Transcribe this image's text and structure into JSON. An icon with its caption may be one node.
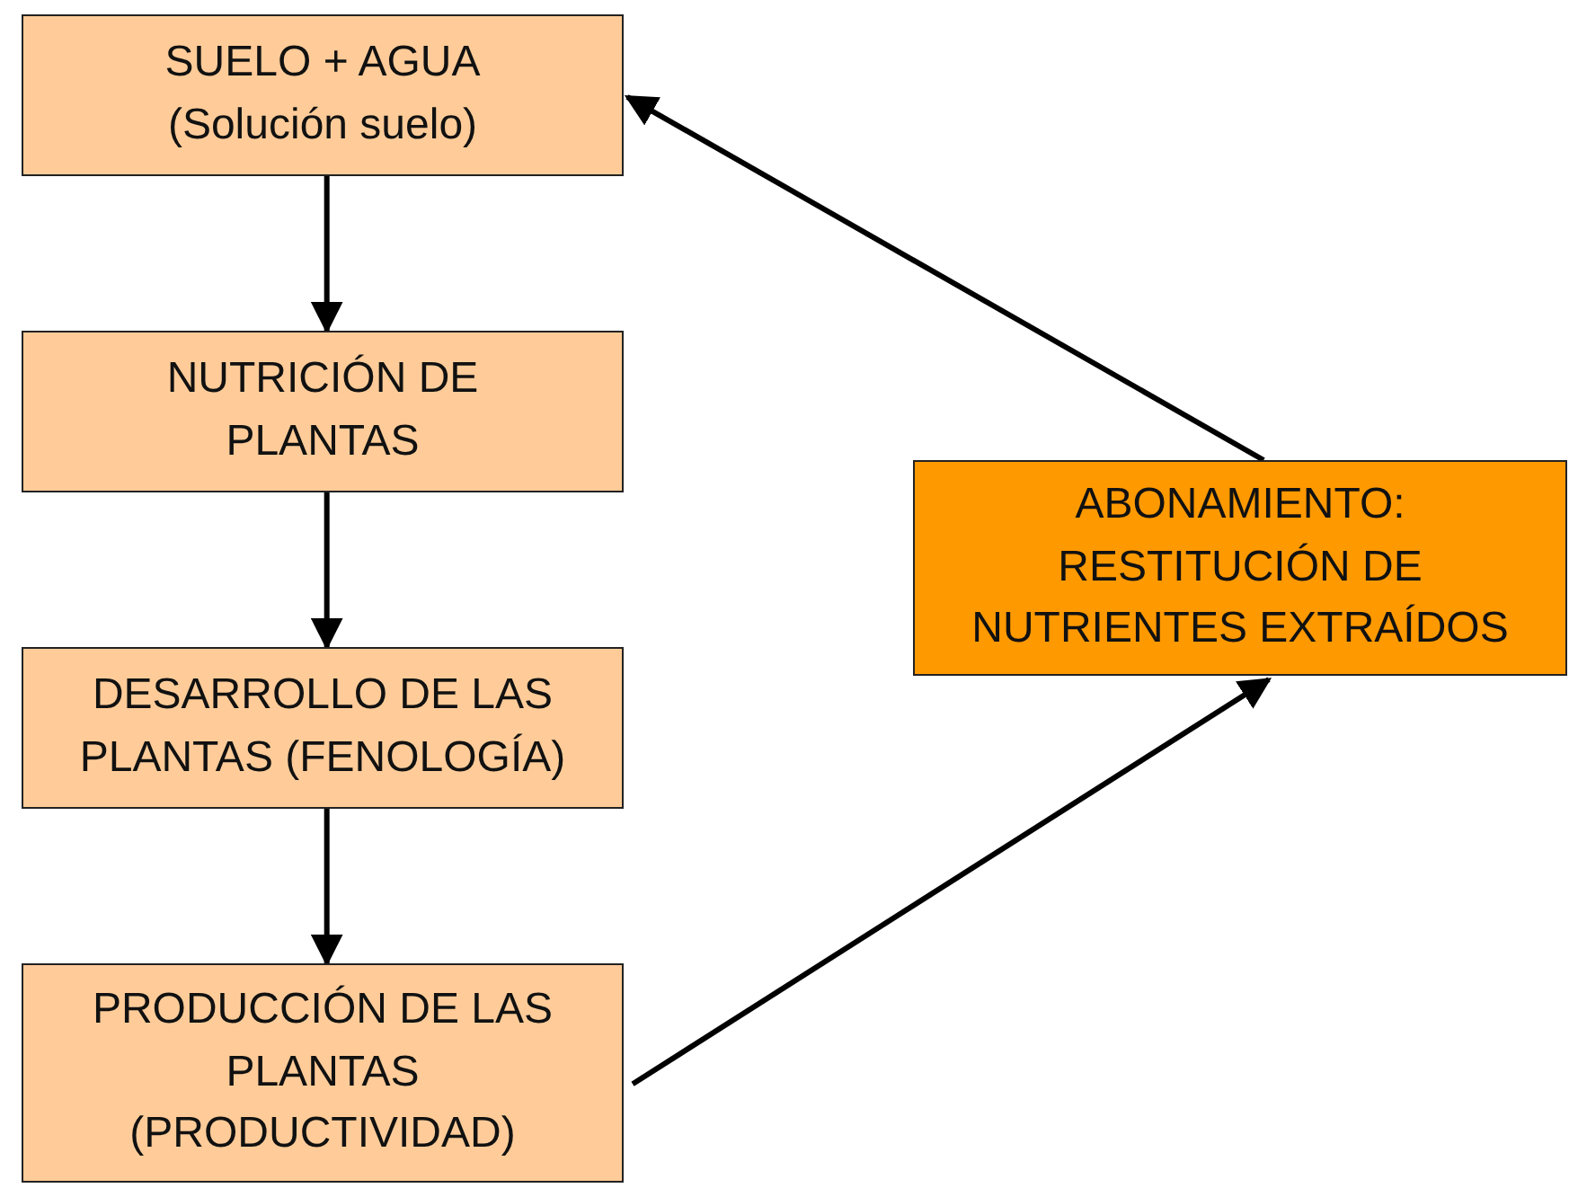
{
  "diagram": {
    "nodes": [
      {
        "text": [
          "SUELO + AGUA (Solución suelo)"
        ]
      },
      {
        "text": [
          "NUTRICIÓN DE PLANTAS"
        ]
      },
      {
        "text": [
          "DESARROLLO DE LAS PLANTAS (FENOLOGÍA)"
        ]
      },
      {
        "text": [
          "PRODUCCIÓN DE LAS PLANTAS (PRODUCTIVIDAD)"
        ]
      },
      {
        "text": [
          "ABONAMIENTO: RESTITUCIÓN DE NUTRIENTES EXTRAÍDOS"
        ]
      }
    ],
    "edges": [
      {
        "from": 0,
        "to": 1,
        "arrow": "to"
      },
      {
        "from": 1,
        "to": 2,
        "arrow": "to"
      },
      {
        "from": 2,
        "to": 3,
        "arrow": "to"
      },
      {
        "from": 3,
        "to": 4,
        "arrow": "to"
      },
      {
        "from": 4,
        "to": 0,
        "arrow": "to"
      }
    ]
  }
}
